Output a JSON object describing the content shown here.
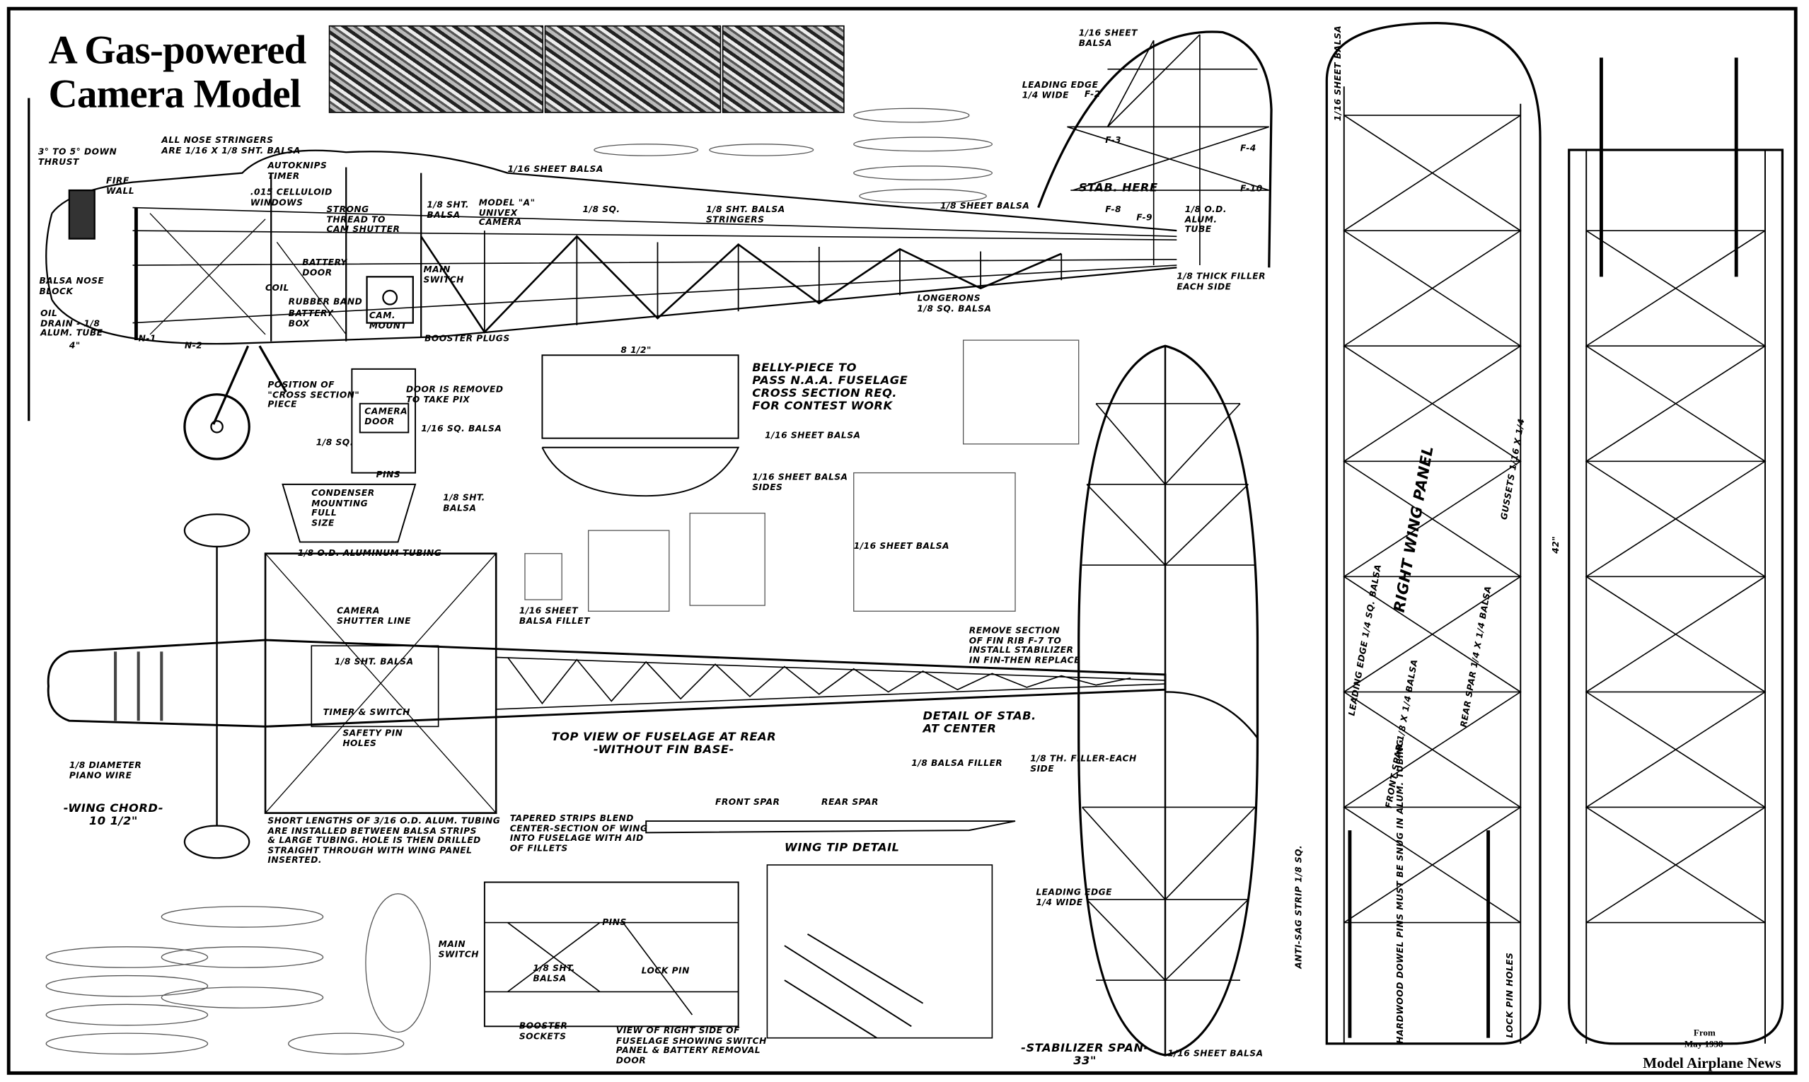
{
  "title": {
    "line1": "A Gas-powered",
    "line2": "Camera Model"
  },
  "credit": {
    "from": "From",
    "date": "May 1938",
    "magazine": "Model Airplane News"
  },
  "labels": [
    "ALL NOSE STRINGERS\nARE 1/16 X 1/8 SHT. BALSA",
    "3° TO 5° DOWN\nTHRUST",
    "FIRE\nWALL",
    "AUTOKNIPS\nTIMER",
    "1/16 SHEET BALSA",
    ".015 CELLULOID\nWINDOWS",
    "STRONG\nTHREAD TO\nCAM SHUTTER",
    "1/8 SHT.\nBALSA",
    "MODEL \"A\"\nUNIVEX\nCAMERA",
    "1/8 SQ.",
    "1/8 SHT. BALSA\nSTRINGERS",
    "1/8 SHEET BALSA",
    "BATTERY\nDOOR",
    "MAIN\nSWITCH",
    "RUBBER BAND",
    "BATTERY\nBOX",
    "CAM.\nMOUNT",
    "COIL",
    "BALSA NOSE\nBLOCK",
    "OIL\nDRAIN - 1/8\nALUM. TUBE",
    "BOOSTER PLUGS",
    "LONGERONS\n1/8 SQ. BALSA",
    "1/8 THICK FILLER\nEACH SIDE",
    "1/16 SHEET\nBALSA",
    "LEADING EDGE\n1/4 WIDE",
    "STAB. HERE",
    "1/8 O.D.\nALUM.\nTUBE",
    "POSITION OF\n\"CROSS SECTION\"\nPIECE",
    "DOOR IS REMOVED\nTO TAKE PIX",
    "CAMERA\nDOOR",
    "1/8 SQ.",
    "1/16 SQ. BALSA",
    "PINS",
    "BELLY-PIECE TO\nPASS N.A.A. FUSELAGE\nCROSS SECTION REQ.\nFOR CONTEST WORK",
    "1/16 SHEET BALSA",
    "1/16 SHEET BALSA\nSIDES",
    "CONDENSER\nMOUNTING\nFULL\nSIZE",
    "1/8 SHT.\nBALSA",
    "1/8 O.D. ALUMINUM TUBING",
    "CAMERA\nSHUTTER LINE",
    "1/16 SHEET\nBALSA FILLET",
    "REMOVE SECTION\nOF FIN RIB F-7 TO\nINSTALL STABILIZER\nIN FIN-THEN REPLACE",
    "1/8 SHT. BALSA",
    "TIMER & SWITCH",
    "SAFETY PIN\nHOLES",
    "TOP VIEW OF FUSELAGE AT REAR\n-WITHOUT FIN BASE-",
    "DETAIL OF STAB.\nAT CENTER",
    "1/8 BALSA FILLER",
    "1/8 TH. FILLER-EACH\nSIDE",
    "1/8 DIAMETER\nPIANO WIRE",
    "-WING CHORD-\n10 1/2\"",
    "SHORT LENGTHS OF 3/16 O.D. ALUM. TUBING\nARE INSTALLED BETWEEN BALSA STRIPS\n& LARGE TUBING. HOLE IS THEN DRILLED\nSTRAIGHT THROUGH WITH WING PANEL\nINSERTED.",
    "TAPERED STRIPS BLEND\nCENTER-SECTION OF WING\nINTO FUSELAGE WITH AID\nOF FILLETS",
    "FRONT SPAR",
    "REAR SPAR",
    "WING TIP DETAIL",
    "MAIN\nSWITCH",
    "PINS",
    "LOCK PIN",
    "1/8 SHT.\nBALSA",
    "BOOSTER\nSOCKETS",
    "VIEW OF RIGHT SIDE OF\nFUSELAGE SHOWING SWITCH\nPANEL & BATTERY REMOVAL\nDOOR",
    "LEADING EDGE\n1/4 WIDE",
    "-STABILIZER SPAN-\n33\"",
    "1/16 SHEET BALSA",
    "RIGHT WING PANEL",
    "LEADING EDGE 1/4 SQ. BALSA",
    "FRONT SPAR 1/8 X 1/4 BALSA",
    "REAR SPAR 1/4 X 1/4 BALSA",
    "GUSSETS 1/16 X 1/4",
    "HARDWOOD DOWEL PINS MUST BE SNUG IN ALUM. TUBING",
    "LOCK PIN HOLES",
    "ANTI-SAG STRIP 1/8 SQ.",
    "1/16 SHEET\nBALSA",
    "F-2",
    "F-3",
    "F-4",
    "F-8",
    "F-9",
    "F-10",
    "N-1",
    "N-2",
    "42\"",
    "4\"",
    "8 1/2\"",
    "1/16 SHEET BALSA"
  ]
}
